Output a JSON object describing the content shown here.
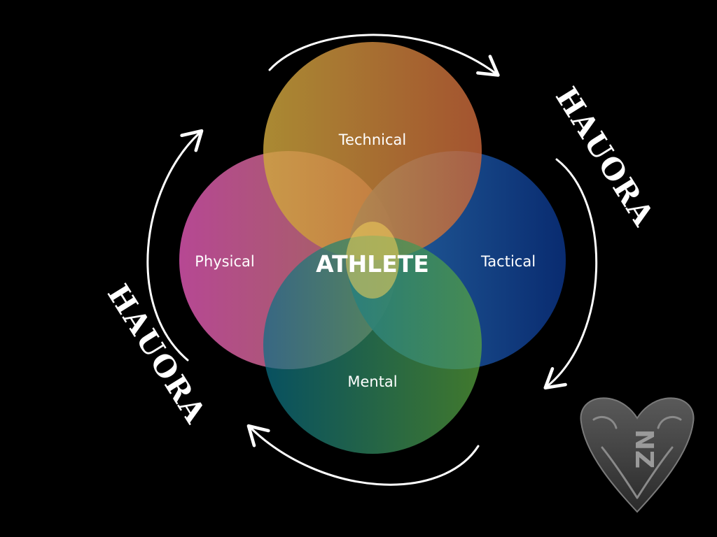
{
  "diagram": {
    "center_label": "ATHLETE",
    "circles": [
      {
        "id": "technical",
        "label": "Technical",
        "color_start": "#cfa83e",
        "color_end": "#c8663a"
      },
      {
        "id": "physical",
        "label": "Physical",
        "color_start": "#c64ea0",
        "color_end": "#b07060"
      },
      {
        "id": "tactical",
        "label": "Tactical",
        "color_start": "#2a6fae",
        "color_end": "#0a2f7a"
      },
      {
        "id": "mental",
        "label": "Mental",
        "color_start": "#0a6f86",
        "color_end": "#5aa83e"
      }
    ],
    "cycle_label_right": "HAUORA",
    "cycle_label_left": "HAUORA",
    "logo_text": "NZ"
  }
}
